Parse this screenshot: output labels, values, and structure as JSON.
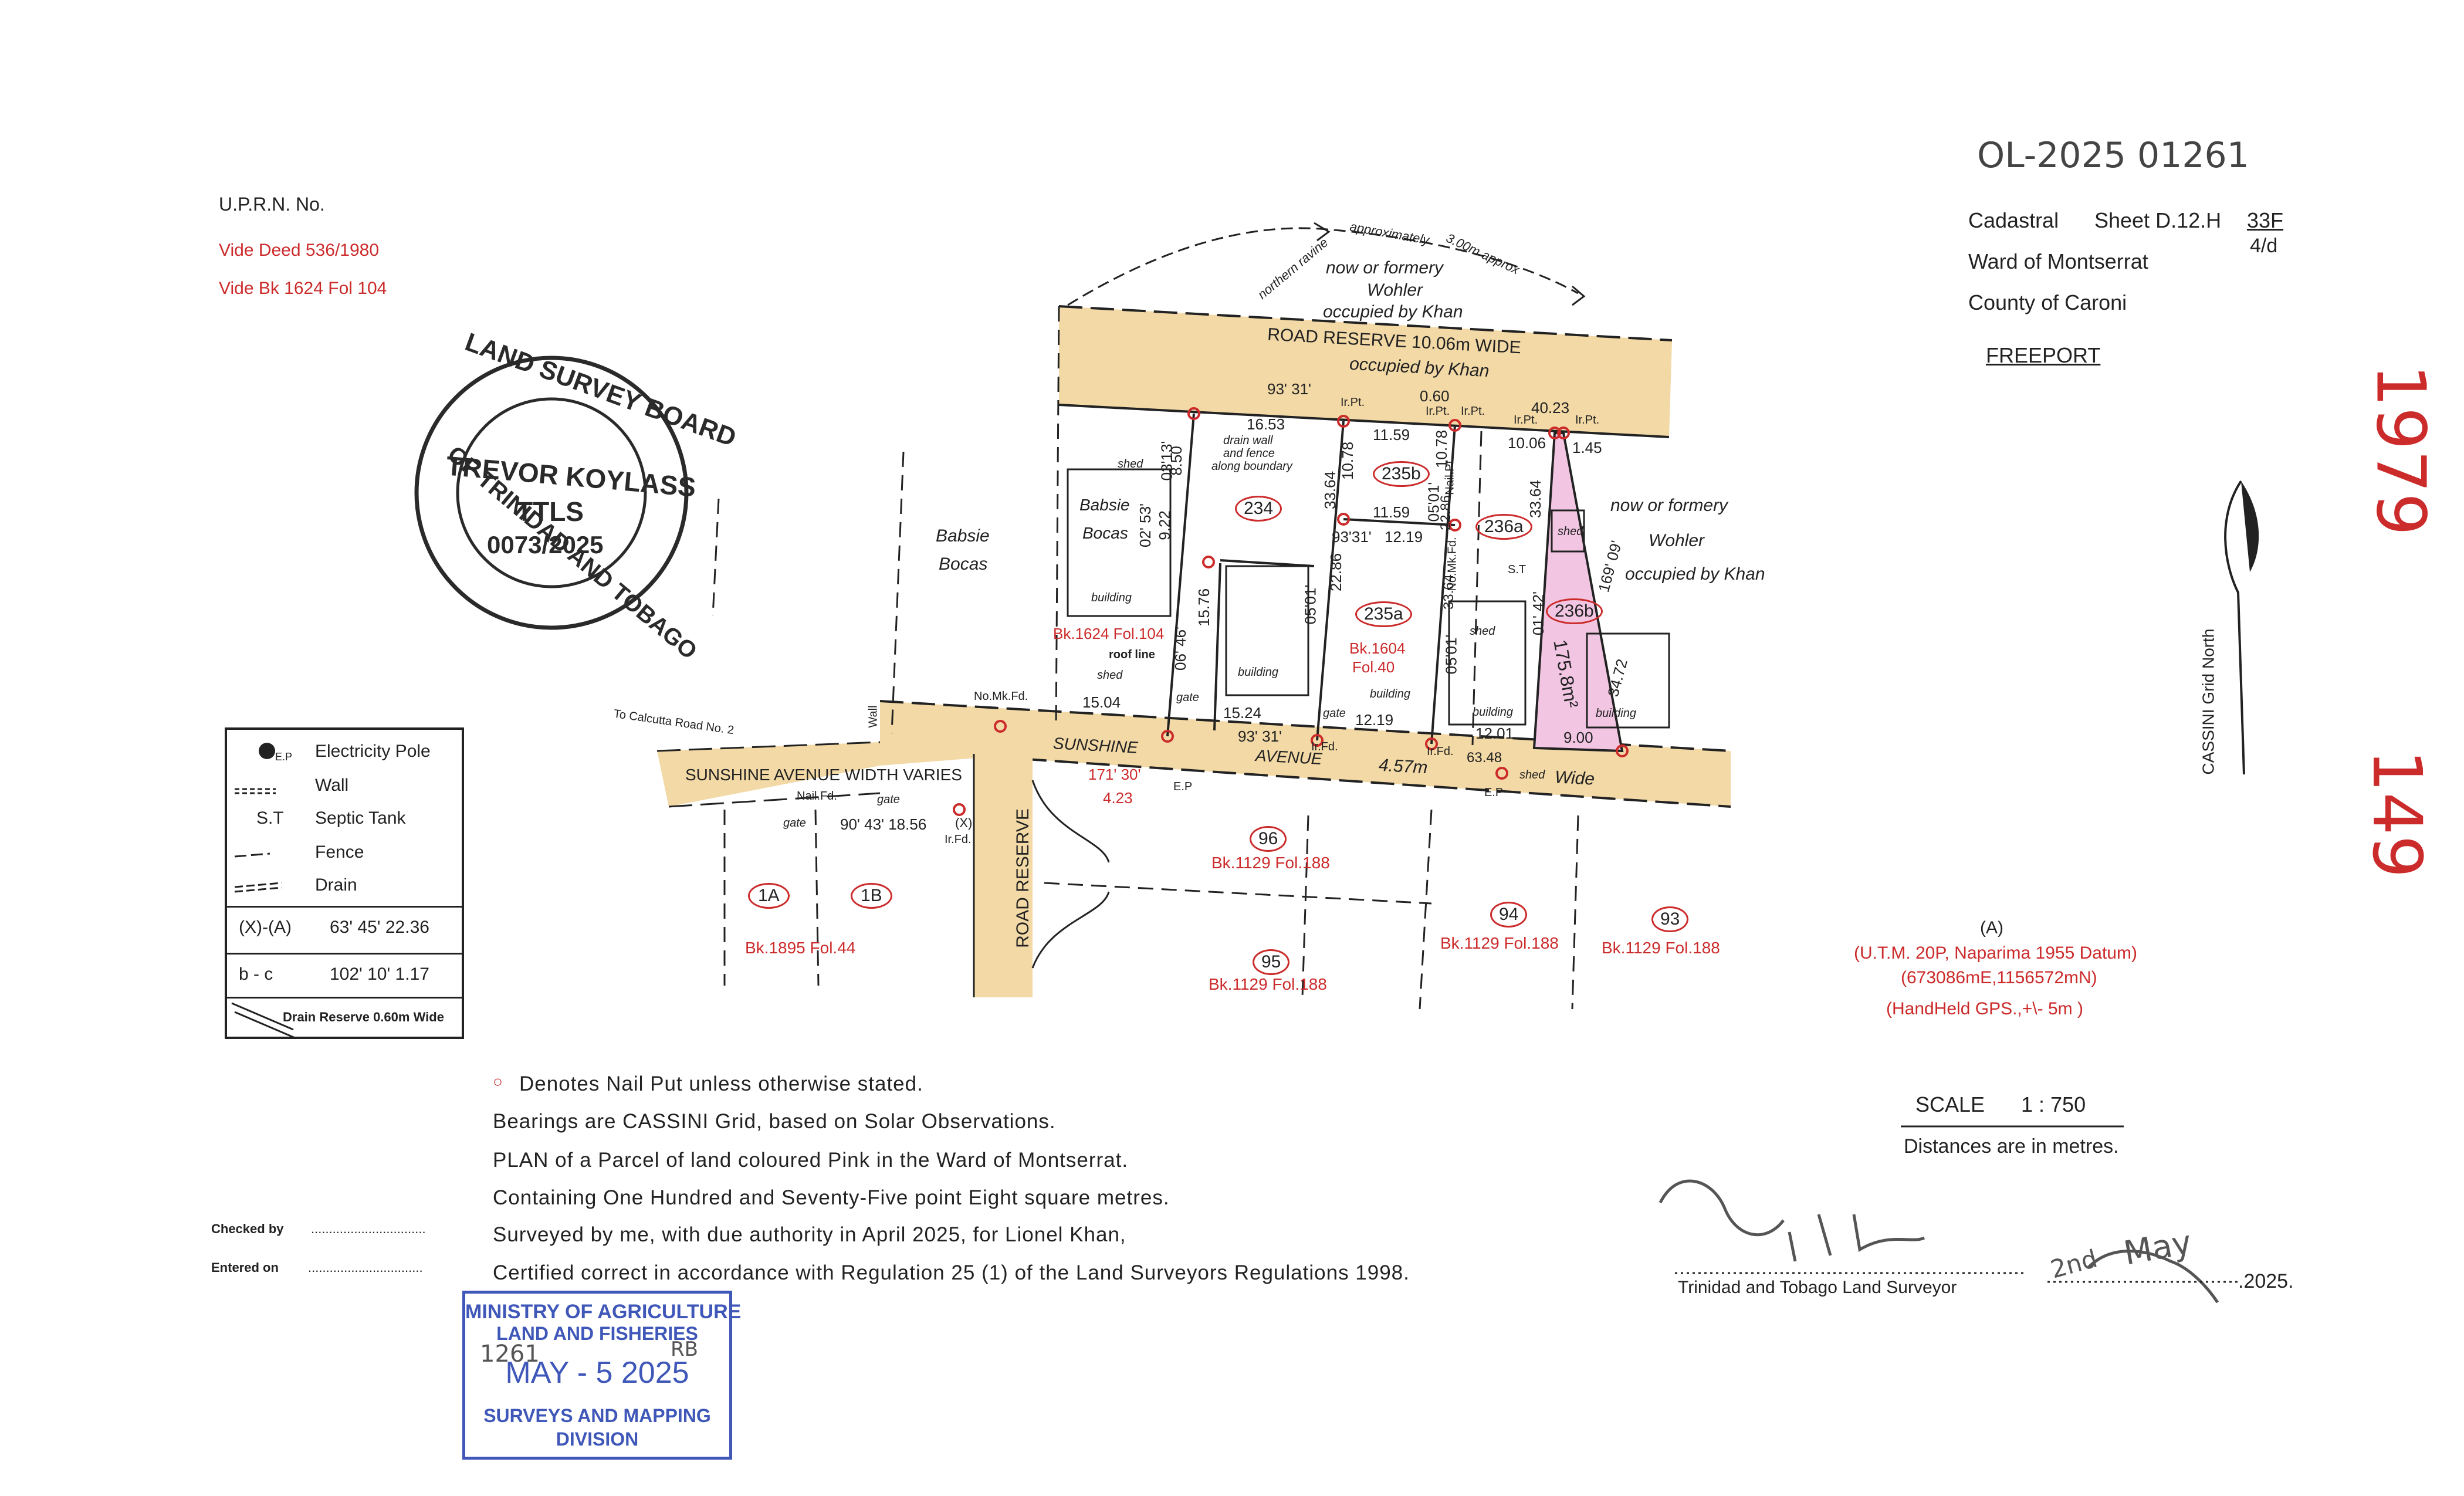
{
  "header": {
    "file_number": "OL-2025 01261",
    "uprn_label": "U.P.R.N. No.",
    "vide_deed": "Vide Deed 536/1980",
    "vide_bk": "Vide Bk 1624 Fol 104",
    "cadastral": "Cadastral",
    "sheet": "Sheet D.12.H",
    "sheet_code_top": "33F",
    "sheet_code_bottom": "4/d",
    "ward": "Ward of Montserrat",
    "county": "County of Caroni",
    "place": "FREEPORT",
    "margin_number_1": "1979",
    "margin_number_2": "149"
  },
  "surveyor_stamp": {
    "arc_top": "LAND SURVEY BOARD",
    "arc_bottom": "OF TRINIDAD AND TOBAGO",
    "name": "TREVOR KOYLASS",
    "title": "TTLS",
    "number": "0073/2025"
  },
  "plan_labels": {
    "road_reserve": "ROAD RESERVE 10.06m WIDE",
    "occupied_khan_road": "occupied by Khan",
    "north_owner_line1": "now or formery",
    "north_owner_line2": "Wohler",
    "north_owner_line3": "occupied by Khan",
    "ravine": "northern ravine",
    "approximately": "approximately",
    "ravine_width": "3.00m approx",
    "east_owner_line1": "now or formery",
    "east_owner_line2": "Wohler",
    "east_owner_line3": "occupied by Khan",
    "west_owner_line1": "Babsie",
    "west_owner_line2": "Bocas",
    "inner_owner_line1": "Babsie",
    "inner_owner_line2": "Bocas",
    "sunshine_avenue_width": "SUNSHINE AVENUE WIDTH VARIES",
    "sunshine": "SUNSHINE",
    "avenue": "AVENUE",
    "wide_width": "4.57m",
    "wide": "Wide",
    "calcutta": "To Calcutta Road No. 2",
    "wall": "Wall",
    "road_reserve_vertical": "ROAD RESERVE",
    "drain_wall_line1": "drain wall",
    "drain_wall_line2": "and fence",
    "drain_wall_line3": "along boundary",
    "roof_line": "roof line",
    "cassini": "CASSINI Grid North"
  },
  "lots": [
    {
      "label": "234"
    },
    {
      "label": "235b"
    },
    {
      "label": "236a"
    },
    {
      "label": "235a"
    },
    {
      "label": "236b"
    },
    {
      "label": "96"
    },
    {
      "label": "95"
    },
    {
      "label": "94"
    },
    {
      "label": "93"
    },
    {
      "label": "1A"
    },
    {
      "label": "1B"
    }
  ],
  "book_refs": {
    "bk_1624": "Bk.1624 Fol.104",
    "bk_1604_line1": "Bk.1604",
    "bk_1604_line2": "Fol.40",
    "bk_1129_96": "Bk.1129 Fol.188",
    "bk_1129_95": "Bk.1129 Fol.188",
    "bk_1129_94": "Bk.1129 Fol.188",
    "bk_1129_93": "Bk.1129 Fol.188",
    "bk_1895": "Bk.1895 Fol.44"
  },
  "measurements": {
    "b_93_31_top": "93' 31'",
    "d_16_53": "16.53",
    "d_11_59_a": "11.59",
    "d_0_60": "0.60",
    "d_40_23": "40.23",
    "d_10_06": "10.06",
    "d_1_45": "1.45",
    "d_11_59_b": "11.59",
    "b_93_31_mid": "93'31'",
    "d_12_19_a": "12.19",
    "d_33_64_a": "33.64",
    "d_10_78_a": "10.78",
    "d_10_78_b": "10.78",
    "b_05_01_a": "05'01'",
    "d_22_86": "22.86",
    "d_33_64_c": "33.64",
    "b_03_13": "03'13'",
    "d_8_50": "8.50",
    "b_02_53": "02' 53'",
    "d_9_22": "9.22",
    "b_06_46": "06' 46'",
    "d_15_76": "15.76",
    "b_05_01_b": "05'01'",
    "d_22_86_b": "22.86",
    "d_33_64_b": "33.64",
    "b_05_01_c": "05'01'",
    "b_01_42": "01' 42'",
    "b_169_09": "169' 09'",
    "d_34_72": "34.72",
    "area": "175.8m²",
    "d_15_04": "15.04",
    "d_15_24": "15.24",
    "b_93_31_bottom": "93' 31'",
    "d_12_19_b": "12.19",
    "d_12_01": "12.01",
    "d_9_00": "9.00",
    "b_63_48": "63.48",
    "b_171_30": "171' 30'",
    "d_4_23": "4.23",
    "b_90_43": "90' 43' 18.56",
    "x_mark": "(X)"
  },
  "small_labels": {
    "irpt": "Ir.Pt.",
    "nomkfd": "No.Mk.Fd.",
    "irfd": "Ir.Fd.",
    "nailpt": "Nail.Pt.",
    "nailfd": "Nail.Fd.",
    "shed": "shed",
    "building": "building",
    "gate": "gate",
    "ep": "E.P",
    "st": "S.T"
  },
  "legend": {
    "electricity_pole": "Electricity Pole",
    "ep_symbol": "E.P",
    "wall": "Wall",
    "septic_symbol": "S.T",
    "septic_tank": "Septic Tank",
    "fence": "Fence",
    "drain": "Drain",
    "xa_label": "(X)-(A)",
    "xa_value": "63' 45' 22.36",
    "bc_label": "b - c",
    "bc_value": "102' 10' 1.17",
    "drain_reserve": "Drain Reserve 0.60m Wide"
  },
  "coordinates": {
    "point": "(A)",
    "datum": "(U.T.M. 20P, Naparima 1955 Datum)",
    "values": "(673086mE,1156572mN)",
    "accuracy": "(HandHeld GPS.,+\\- 5m )"
  },
  "notes": {
    "nail_put": "Denotes Nail Put unless otherwise stated.",
    "bearings": "Bearings are CASSINI Grid, based on Solar Observations.",
    "plan": "PLAN of a Parcel of land coloured Pink in the Ward of Montserrat.",
    "containing": "Containing One Hundred and Seventy-Five point Eight square metres.",
    "surveyed": "Surveyed by me, with due authority in April 2025, for Lionel Khan,",
    "certified": "Certified correct in accordance with Regulation 25 (1) of the Land Surveyors Regulations 1998."
  },
  "checks": {
    "checked_by": "Checked by",
    "entered_on": "Entered on"
  },
  "scale": {
    "label": "SCALE",
    "value": "1 : 750",
    "distances": "Distances are in metres."
  },
  "signature": {
    "role": "Trinidad and Tobago Land Surveyor",
    "day": "2nd",
    "month": "May",
    "year_suffix": ".2025."
  },
  "ministry_stamp": {
    "line1": "MINISTRY OF AGRICULTURE",
    "line2": "LAND AND FISHERIES",
    "date": "MAY - 5 2025",
    "handwritten_number": "1261",
    "handwritten_initials": "RB",
    "line3": "SURVEYS AND MAPPING",
    "line4": "DIVISION"
  },
  "colors": {
    "road_fill": "#f2d9a6",
    "parcel_fill": "#f2c6e3",
    "red_text": "#cc2b2b",
    "stamp_blue": "#3f57b8"
  }
}
